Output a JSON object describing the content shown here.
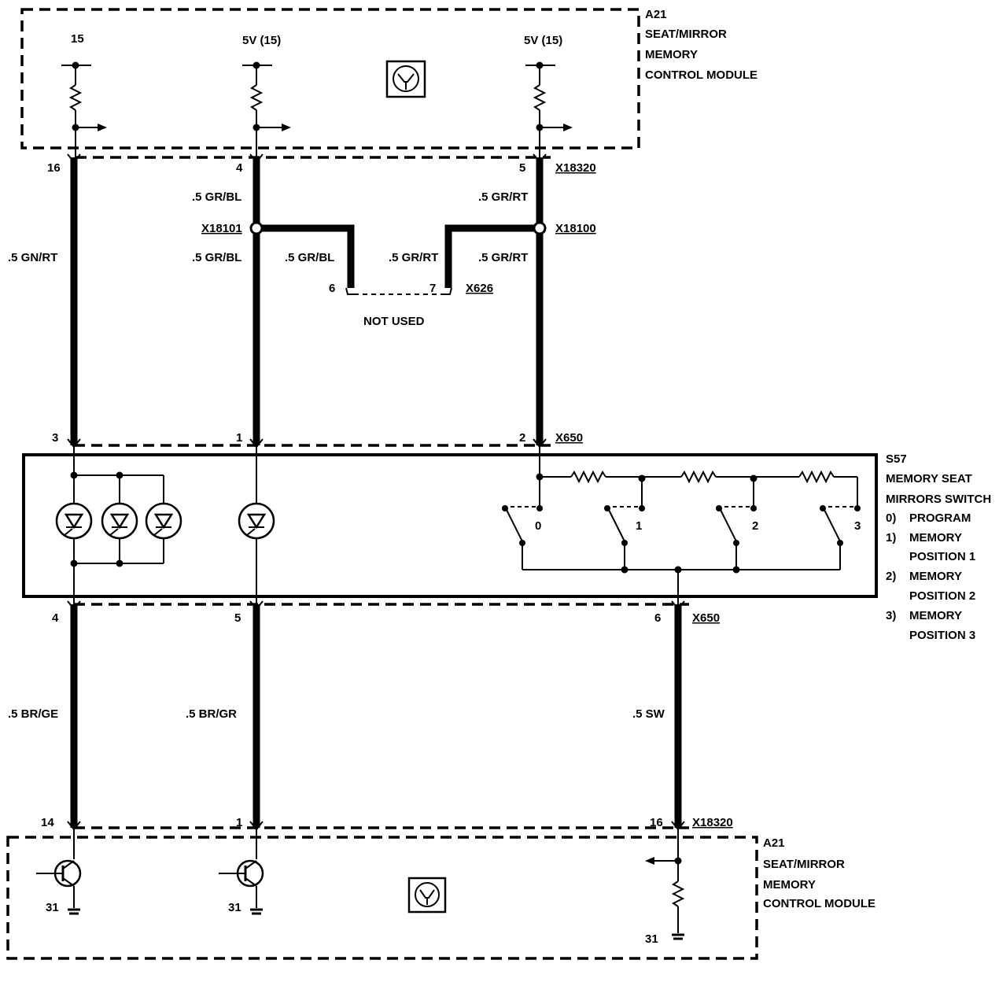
{
  "top_module": {
    "id": "A21",
    "lines": [
      "SEAT/MIRROR",
      "MEMORY",
      "CONTROL MODULE"
    ],
    "supplies": [
      "15",
      "5V (15)",
      "5V (15)"
    ]
  },
  "bottom_module": {
    "id": "A21",
    "lines": [
      "SEAT/MIRROR",
      "MEMORY",
      "CONTROL MODULE"
    ],
    "grounds": [
      "31",
      "31",
      "31"
    ]
  },
  "switch_module": {
    "id": "S57",
    "lines": [
      "MEMORY SEAT",
      "MIRRORS SWITCH"
    ],
    "positions": [
      {
        "num": "0)",
        "text": [
          "PROGRAM"
        ]
      },
      {
        "num": "1)",
        "text": [
          "MEMORY",
          "POSITION 1"
        ]
      },
      {
        "num": "2)",
        "text": [
          "MEMORY",
          "POSITION 2"
        ]
      },
      {
        "num": "3)",
        "text": [
          "MEMORY",
          "POSITION 3"
        ]
      }
    ],
    "switch_numbers": [
      "0",
      "1",
      "2",
      "3"
    ]
  },
  "connectors": {
    "x18320_top": "X18320",
    "x18101": "X18101",
    "x18100": "X18100",
    "x626": "X626",
    "x650_top": "X650",
    "x650_bottom": "X650",
    "x18320_bottom": "X18320"
  },
  "pins": {
    "top_a21": [
      "16",
      "4",
      "5"
    ],
    "x626": [
      "6",
      "7"
    ],
    "x650_upper": [
      "3",
      "1",
      "2"
    ],
    "x650_lower": [
      "4",
      "5",
      "6"
    ],
    "bottom_a21": [
      "14",
      "1",
      "16"
    ]
  },
  "wires": {
    "gr_bl_top": ".5 GR/BL",
    "gr_rt_top": ".5 GR/RT",
    "gn_rt": ".5 GN/RT",
    "gr_bl_left": ".5 GR/BL",
    "gr_bl_branch": ".5 GR/BL",
    "gr_rt_branch": ".5 GR/RT",
    "gr_rt_right": ".5 GR/RT",
    "br_ge": ".5 BR/GE",
    "br_gr": ".5 BR/GR",
    "sw": ".5 SW"
  },
  "not_used": "NOT USED"
}
